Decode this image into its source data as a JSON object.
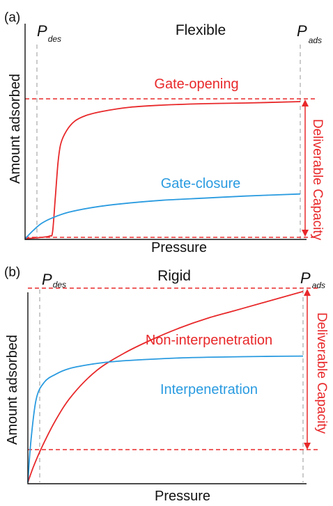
{
  "colors": {
    "red": "#e8282a",
    "blue": "#2a9be0",
    "axis": "#111111",
    "guide": "#b5b5b5"
  },
  "chart_data": [
    {
      "type": "line",
      "panel_label": "(a)",
      "title": "Flexible",
      "xlabel": "Pressure",
      "ylabel": "Amount adsorbed",
      "xlim": [
        0,
        100
      ],
      "ylim": [
        0,
        100
      ],
      "grid": false,
      "markers": {
        "p_des": {
          "main": "P",
          "sub": "des",
          "x": 3.5
        },
        "p_ads": {
          "main": "P",
          "sub": "ads",
          "x": 100
        }
      },
      "series": [
        {
          "name": "Gate-opening",
          "color": "#e8282a",
          "x": [
            0,
            6,
            9,
            10,
            11,
            12,
            13,
            15,
            18,
            22,
            28,
            38,
            50,
            65,
            80,
            100
          ],
          "y": [
            0,
            1,
            2,
            5,
            30,
            55,
            68,
            77,
            84,
            88,
            91,
            94,
            95.5,
            96.5,
            97,
            98
          ]
        },
        {
          "name": "Gate-closure",
          "color": "#2a9be0",
          "x": [
            0,
            3,
            6,
            10,
            16,
            25,
            35,
            50,
            65,
            80,
            100
          ],
          "y": [
            0,
            6,
            11,
            15,
            19,
            22.5,
            25,
            27.5,
            29,
            30.5,
            32
          ]
        }
      ],
      "annotations": {
        "deliverable_capacity": "Deliverable Capacity",
        "upper_line_y": 98,
        "lower_line_y": 1
      }
    },
    {
      "type": "line",
      "panel_label": "(b)",
      "title": "Rigid",
      "xlabel": "Pressure",
      "ylabel": "Amount adsorbed",
      "xlim": [
        0,
        100
      ],
      "ylim": [
        0,
        100
      ],
      "grid": false,
      "markers": {
        "p_des": {
          "main": "P",
          "sub": "des",
          "x": 4
        },
        "p_ads": {
          "main": "P",
          "sub": "ads",
          "x": 100
        }
      },
      "series": [
        {
          "name": "Non-interpenetration",
          "color": "#e8282a",
          "x": [
            0,
            2,
            5,
            10,
            16,
            25,
            35,
            45,
            55,
            65,
            75,
            85,
            100
          ],
          "y": [
            0,
            8,
            18,
            32,
            45,
            58,
            67,
            74,
            80,
            85,
            89,
            93,
            99
          ]
        },
        {
          "name": "Interpenetration",
          "color": "#2a9be0",
          "x": [
            0,
            1,
            3,
            6,
            10,
            15,
            22,
            30,
            40,
            55,
            70,
            85,
            100
          ],
          "y": [
            0,
            20,
            43,
            52,
            56,
            59,
            61,
            62.5,
            63.5,
            64.5,
            65,
            65.3,
            65.5
          ]
        }
      ],
      "annotations": {
        "deliverable_capacity": "Deliverable Capacity",
        "upper_line_y": 99,
        "lower_line_y": 17
      }
    }
  ]
}
